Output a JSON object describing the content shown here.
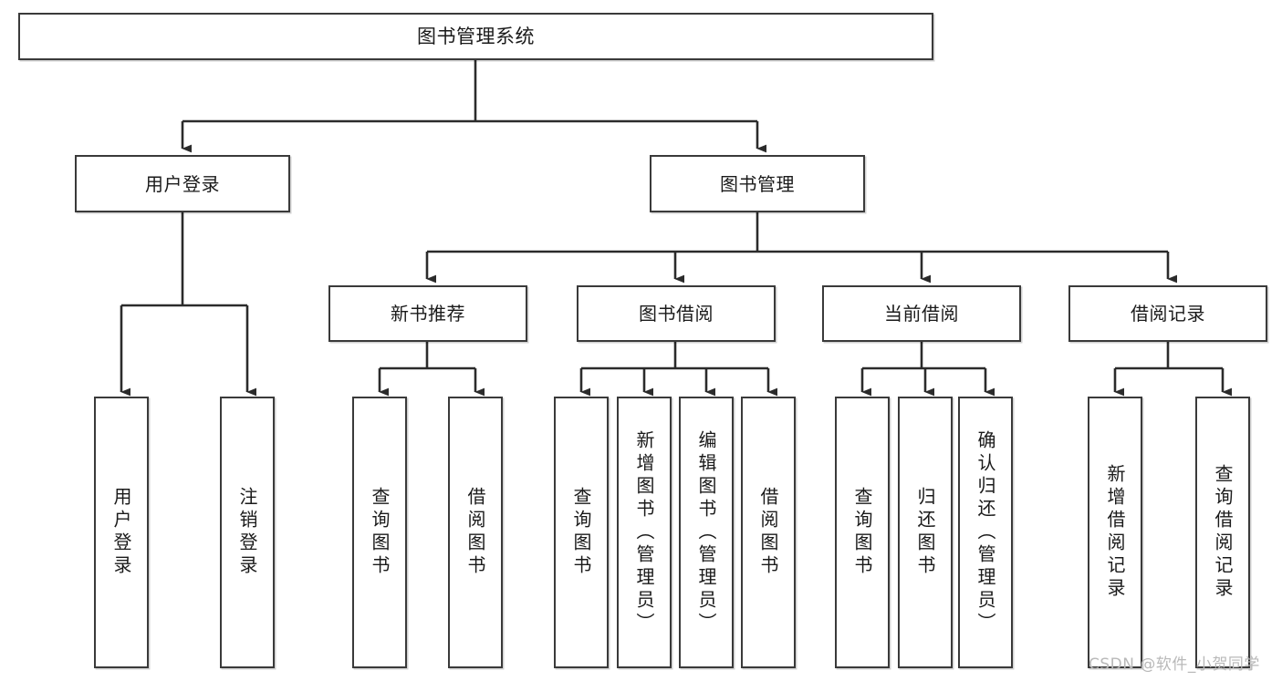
{
  "diagram": {
    "type": "tree-hierarchy-chart",
    "title": "图书管理系统",
    "watermark": "CSDN @软件_小贺同学",
    "colors": {
      "box_border": "#3a3a3a",
      "box_fill": "#ffffff",
      "connector": "#2b2b2b",
      "text": "#1a1a1a",
      "watermark": "#b9b9b9",
      "background": "#ffffff"
    },
    "levels": {
      "root": {
        "label": "图书管理系统"
      },
      "level2": [
        {
          "label": "用户登录"
        },
        {
          "label": "图书管理"
        }
      ],
      "level3": [
        {
          "label": "新书推荐"
        },
        {
          "label": "图书借阅"
        },
        {
          "label": "当前借阅"
        },
        {
          "label": "借阅记录"
        }
      ],
      "leaves": {
        "user_login": [
          {
            "label": "用户登录"
          },
          {
            "label": "注销登录"
          }
        ],
        "new_book_recommend": [
          {
            "label": "查询图书"
          },
          {
            "label": "借阅图书"
          }
        ],
        "book_borrow": [
          {
            "label": "查询图书"
          },
          {
            "label": "新增图书（管理员）"
          },
          {
            "label": "编辑图书（管理员）"
          },
          {
            "label": "借阅图书"
          }
        ],
        "current_borrow": [
          {
            "label": "查询图书"
          },
          {
            "label": "归还图书"
          },
          {
            "label": "确认归还（管理员）"
          }
        ],
        "borrow_record": [
          {
            "label": "新增借阅记录"
          },
          {
            "label": "查询借阅记录"
          }
        ]
      }
    }
  }
}
